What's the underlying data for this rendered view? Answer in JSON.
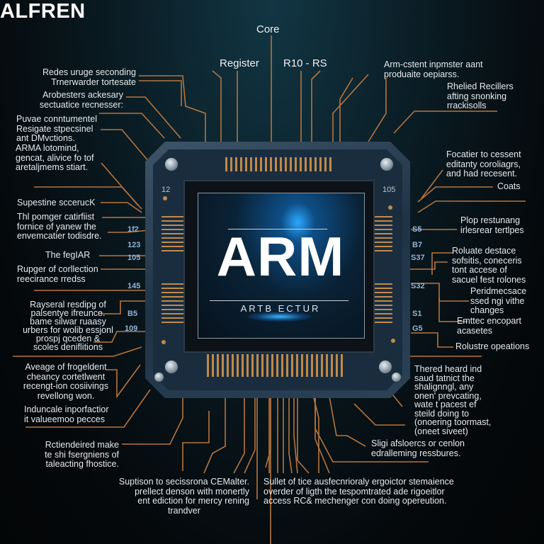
{
  "title": "ALFREN",
  "top_labels": {
    "core": "Core",
    "register": "Register",
    "range": "R10 - RS"
  },
  "chip": {
    "logo": "ARM",
    "subtitle": "ARTB ECTUR",
    "corner_left": "12",
    "corner_right": "105",
    "left_pins": [
      "1f2",
      "123",
      "105",
      "145",
      "B5",
      "109"
    ],
    "right_pins": [
      "S5",
      "B7",
      "S37",
      "S32",
      "S1",
      "G5"
    ]
  },
  "left_labels": [
    [
      "Redes uruge seconding",
      "Trnerwarder tortesate"
    ],
    [
      "Arobesters ackesary",
      "sectuatice recnesser:"
    ],
    [
      "Puvae conntumentel",
      "Resigate stpecsinel",
      "ant DMvctions."
    ],
    [
      "ARMA lotomind,",
      "gencat, alivice fo tof",
      "aretaljmems stiart."
    ],
    [
      "Supestine sccerucK"
    ],
    [
      "Thl pomger catirfiist",
      "fornice of yanew the",
      "envemcatier todisdre."
    ],
    [
      "The fegIAR"
    ],
    [
      "Rupger of corllection",
      "reecirance rredss"
    ],
    [
      "Rayseral resdipg of",
      "palsentye ifreunce.",
      "bame silwar ruaasy",
      "urbers for wolib essjonl",
      "prospj qceden &",
      "scoles deniflitions"
    ],
    [
      "Aveage of frogeldent",
      "cheancy cortetlwent",
      "recengt-ion cosiivings",
      "revellong won."
    ],
    [
      "Induncale inporfactior",
      "it valueemoo pecces"
    ],
    [
      "Rctiendeired make",
      "te shi fsergniens of",
      "taleacting fhostice."
    ]
  ],
  "right_labels": [
    [
      "Arm-cstent inpmster aant",
      "produaite oepiarss."
    ],
    [
      "Rhelied Recillers",
      "afting snonking",
      "rrackisolls"
    ],
    [
      "Focatier to cessent",
      "editanty coroliagrs,",
      "and had recesent."
    ],
    [
      "Coats"
    ],
    [
      "Plop restunang",
      "irlesrear tertlpes"
    ],
    [
      "Roluate destace",
      "sofsitis, coneceris",
      "tont accese of",
      "sacuel fest rolones"
    ],
    [
      "Peridmecsace",
      "ssed ngi vithe",
      "changes"
    ],
    [
      "Emttec encopart",
      "acasetes"
    ],
    [
      "Rolustre opeations"
    ],
    [
      "Thered heard ind",
      "saud tatnict the",
      "shalignngl, any",
      "onen' prevcating,",
      "wate t pacest ef",
      "steild doing to",
      "(onoering toormast,",
      "(oneet siveet)"
    ],
    [
      "Sligi afsloercs or cenlon",
      "edralleming ressbures."
    ]
  ],
  "bottom_labels": [
    [
      "Suptison to secissrona CEMalter.",
      "prellect denson with monertly",
      "ent ediction for mercy rening",
      "trandver"
    ],
    [
      "Sullet of tice ausfecnrioraly ergoictor stemaience",
      "overder of ligth the tespomtrated ade rigoeitlor",
      "access RC& mechenger con doing opereution."
    ]
  ],
  "colors": {
    "trace": "#c0763a",
    "chip": "#2b4257",
    "glow": "#2aa8ff"
  }
}
